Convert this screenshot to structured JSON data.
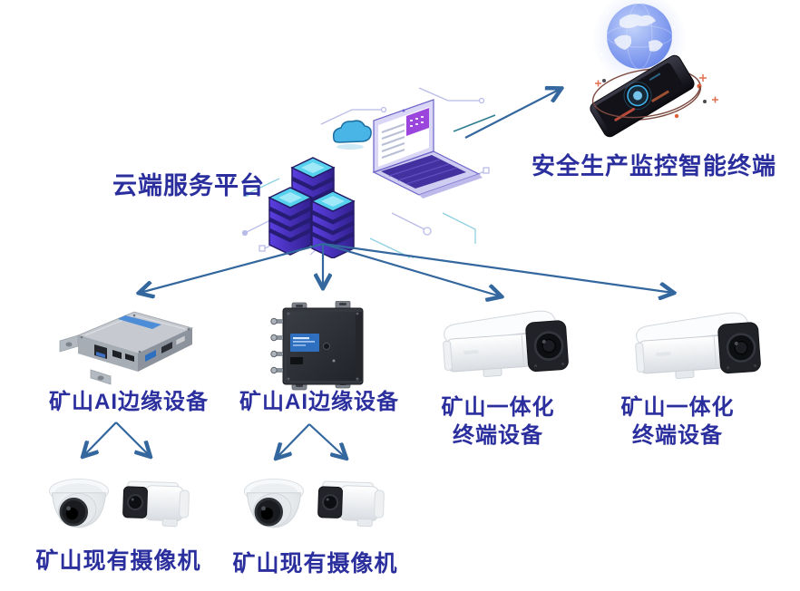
{
  "diagram": {
    "nodes": {
      "cloud_platform": {
        "label": "云端服务平台",
        "illustration": "cloud-servers-laptop"
      },
      "smart_terminal": {
        "label": "安全生产监控智能终端",
        "illustration": "smartphone-globe"
      },
      "ai_edge_1": {
        "label": "矿山AI边缘设备",
        "illustration": "edge-device-box"
      },
      "ai_edge_2": {
        "label": "矿山AI边缘设备",
        "illustration": "edge-gateway-box"
      },
      "integrated_terminal_1": {
        "label_line1": "矿山一体化",
        "label_line2": "终端设备",
        "illustration": "bullet-camera"
      },
      "integrated_terminal_2": {
        "label_line1": "矿山一体化",
        "label_line2": "终端设备",
        "illustration": "bullet-camera"
      },
      "existing_cameras_1": {
        "label": "矿山现有摄像机",
        "illustration": "dome-and-bullet-camera"
      },
      "existing_cameras_2": {
        "label": "矿山现有摄像机",
        "illustration": "dome-and-bullet-camera"
      }
    },
    "edges": [
      {
        "from": "cloud_platform",
        "to": "smart_terminal"
      },
      {
        "from": "cloud_platform",
        "to": "ai_edge_1"
      },
      {
        "from": "cloud_platform",
        "to": "ai_edge_2"
      },
      {
        "from": "cloud_platform",
        "to": "integrated_terminal_1"
      },
      {
        "from": "cloud_platform",
        "to": "integrated_terminal_2"
      },
      {
        "from": "ai_edge_1",
        "to": "existing_cameras_1"
      },
      {
        "from": "ai_edge_2",
        "to": "existing_cameras_2"
      }
    ],
    "colors": {
      "label_text": "#2b2f9e",
      "arrow": "#33679e",
      "server_purple": "#4a30c8",
      "server_top_cyan": "#57d2ee",
      "circuit_line": "#b9bce8",
      "background": "#ffffff"
    }
  }
}
